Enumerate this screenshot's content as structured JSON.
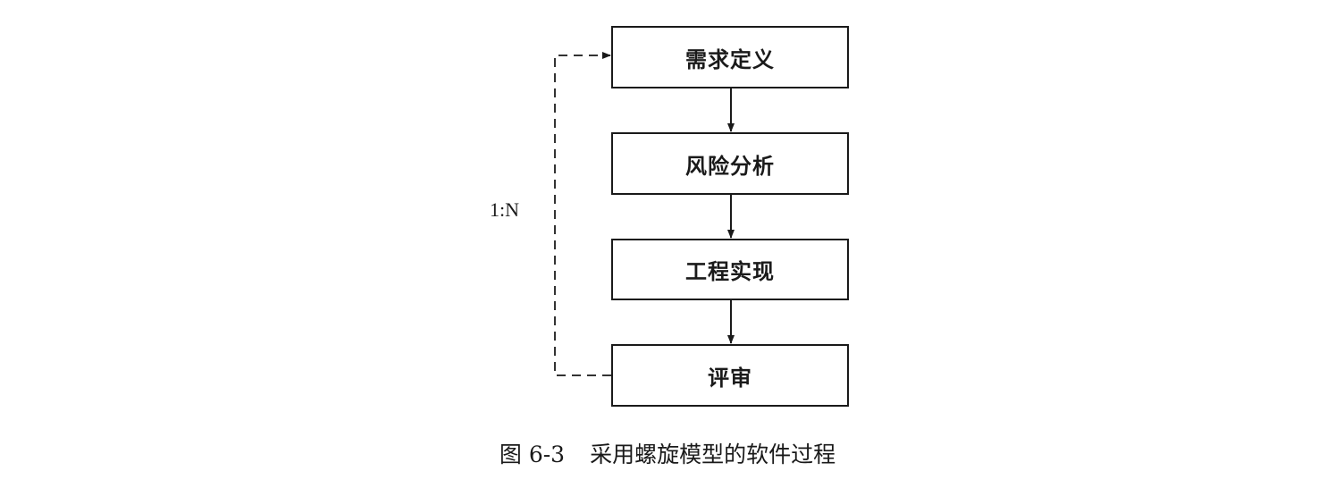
{
  "diagram": {
    "steps": [
      {
        "label": "需求定义"
      },
      {
        "label": "风险分析"
      },
      {
        "label": "工程实现"
      },
      {
        "label": "评审"
      }
    ],
    "loop": {
      "label": "1:N",
      "style": "dashed"
    }
  },
  "caption": {
    "figure_number": "图 6-3",
    "title": "采用螺旋模型的软件过程"
  }
}
